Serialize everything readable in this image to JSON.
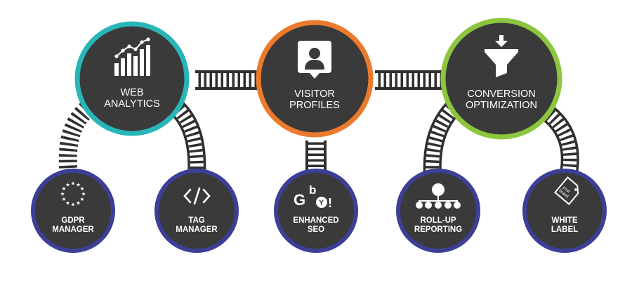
{
  "colors": {
    "background": "#ffffff",
    "disc": "#3a3a3a",
    "rail": "#2f2f2f",
    "small_ring": "#3d3f96",
    "text": "#ffffff"
  },
  "main_nodes": [
    {
      "id": "web-analytics",
      "lines": [
        "WEB",
        "ANALYTICS"
      ],
      "ring_color": "#29b6b8",
      "icon": "bar-chart-trend-icon"
    },
    {
      "id": "visitor-profiles",
      "lines": [
        "VISITOR",
        "PROFILES"
      ],
      "ring_color": "#ec7a2c",
      "icon": "user-profile-icon"
    },
    {
      "id": "conversion-optimization",
      "lines": [
        "CONVERSION",
        "OPTIMIZATION"
      ],
      "ring_color": "#8cc63f",
      "icon": "funnel-icon"
    }
  ],
  "sub_nodes": [
    {
      "id": "gdpr-manager",
      "lines": [
        "GDPR",
        "MANAGER"
      ],
      "icon": "eu-stars-icon"
    },
    {
      "id": "tag-manager",
      "lines": [
        "TAG",
        "MANAGER"
      ],
      "icon": "code-brackets-icon"
    },
    {
      "id": "enhanced-seo",
      "lines": [
        "ENHANCED",
        "SEO"
      ],
      "icon": "search-engines-icon",
      "icon_text": {
        "g": "G",
        "b": "b",
        "y": "Y",
        "excl": "!"
      }
    },
    {
      "id": "roll-up-reporting",
      "lines": [
        "ROLL-UP",
        "REPORTING"
      ],
      "icon": "hierarchy-icon"
    },
    {
      "id": "white-label",
      "lines": [
        "WHITE",
        "LABEL"
      ],
      "icon": "brand-tag-icon",
      "icon_text": [
        "your",
        "brand"
      ]
    }
  ]
}
